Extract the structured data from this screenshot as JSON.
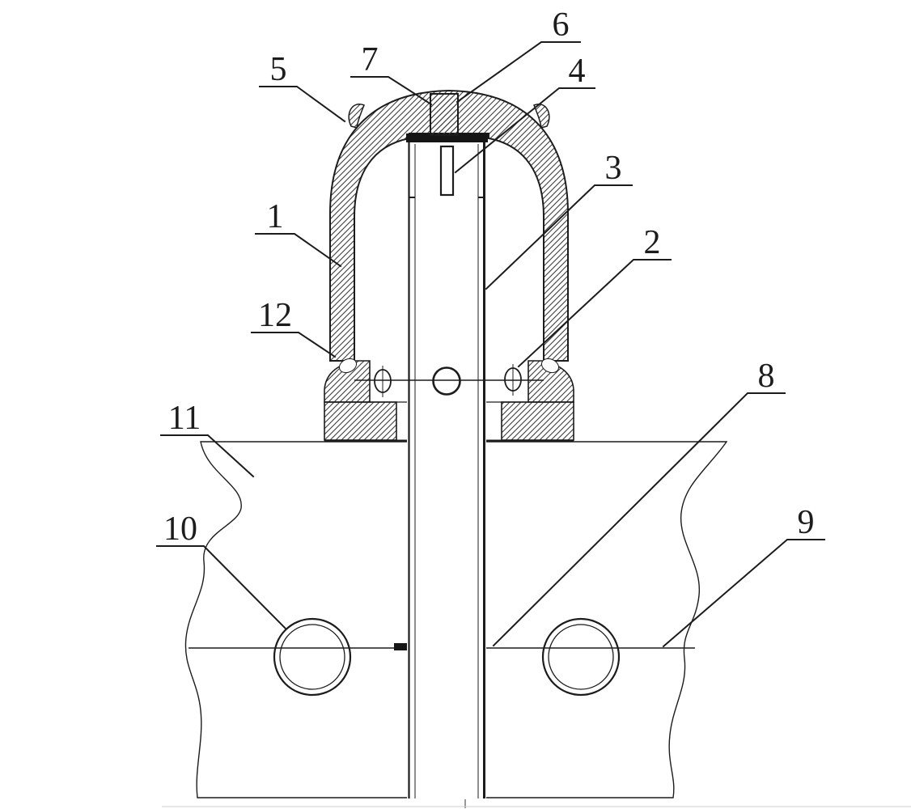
{
  "figure": {
    "labels": [
      "1",
      "2",
      "3",
      "4",
      "5",
      "6",
      "7",
      "8",
      "9",
      "10",
      "11",
      "12"
    ],
    "colors": {
      "background": "#ffffff",
      "line": "#1c1c1c",
      "hatch": "#3c3c3c",
      "ground_mark": "#8c8c8c"
    }
  }
}
